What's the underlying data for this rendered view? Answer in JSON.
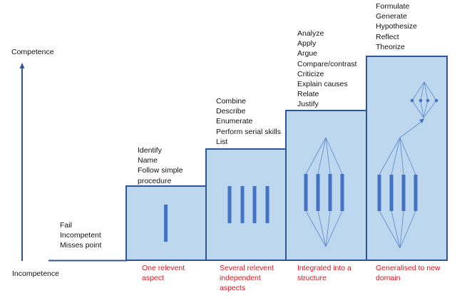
{
  "axis": {
    "top_label": "Competence",
    "bottom_label": "Incompetence"
  },
  "prestructural": {
    "verbs": [
      "Fail",
      "Incompetent",
      "Misses point"
    ]
  },
  "levels": [
    {
      "id": "unistructural",
      "verbs": [
        "Identify",
        "Name",
        "Follow simple",
        "procedure"
      ],
      "caption": [
        "One relevent",
        "aspect"
      ],
      "bar_count": 1,
      "connected": false
    },
    {
      "id": "multistructural",
      "verbs": [
        "Combine",
        "Describe",
        "Enumerate",
        "Perform serial skills",
        "List"
      ],
      "caption": [
        "Several relevent",
        "independent",
        "aspects"
      ],
      "bar_count": 4,
      "connected": false
    },
    {
      "id": "relational",
      "verbs": [
        "Analyze",
        "Apply",
        "Argue",
        "Compare/contrast",
        "Criticize",
        "Explain causes",
        "Relate",
        "Justify"
      ],
      "caption": [
        "Integrated into a",
        "structure"
      ],
      "bar_count": 4,
      "connected": true
    },
    {
      "id": "extended-abstract",
      "verbs": [
        "Formulate",
        "Generate",
        "Hypothesize",
        "Reflect",
        "Theorize"
      ],
      "caption": [
        "Generalised to new",
        "domain"
      ],
      "bar_count": 4,
      "connected": true,
      "extension_dots": 4
    }
  ],
  "colors": {
    "box_fill": "#bdd7ee",
    "box_border": "#2f5597",
    "bar": "#4472c4",
    "connector": "#5b87d0",
    "caption": "#e0141e",
    "axis": "#2f5597"
  }
}
